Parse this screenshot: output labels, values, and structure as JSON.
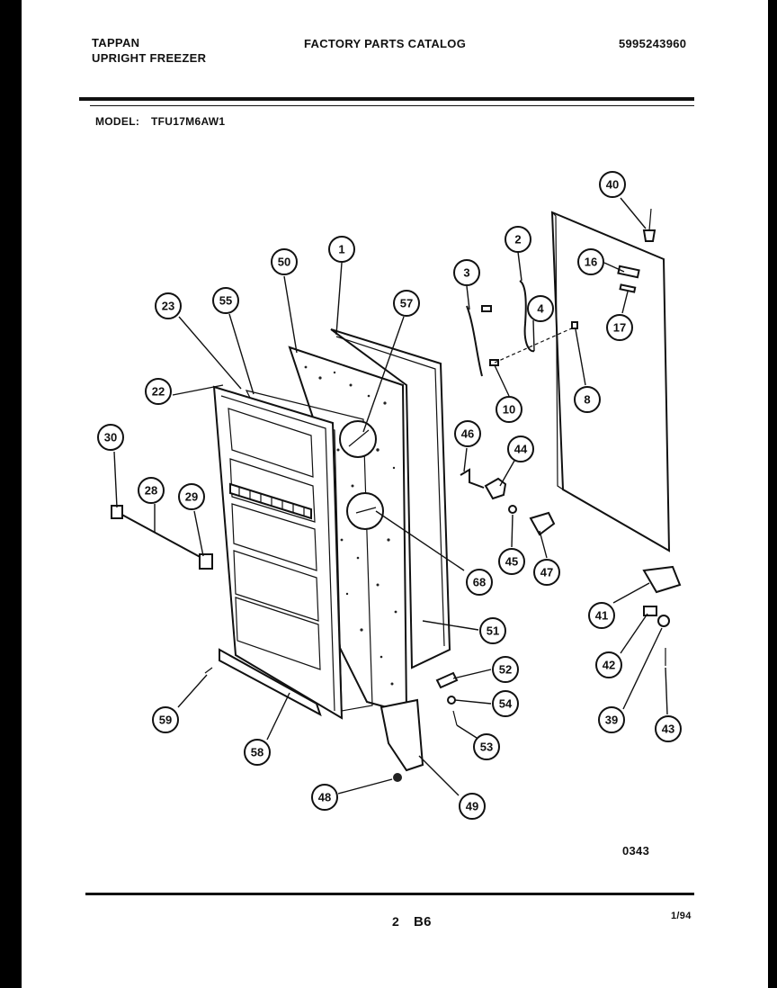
{
  "header": {
    "brand": "TAPPAN",
    "product": "UPRIGHT FREEZER",
    "catalog_title": "FACTORY PARTS CATALOG",
    "catalog_number": "5995243960",
    "model_label": "MODEL:",
    "model_value": "TFU17M6AW1"
  },
  "diagram": {
    "drawing_code": "0343",
    "callouts": [
      "1",
      "2",
      "3",
      "4",
      "8",
      "10",
      "16",
      "17",
      "22",
      "23",
      "28",
      "29",
      "30",
      "39",
      "40",
      "41",
      "42",
      "43",
      "44",
      "45",
      "46",
      "47",
      "48",
      "49",
      "50",
      "51",
      "52",
      "53",
      "54",
      "55",
      "57",
      "58",
      "59",
      "68"
    ]
  },
  "footer": {
    "page_number": "2",
    "section": "B6",
    "date": "1/94"
  }
}
